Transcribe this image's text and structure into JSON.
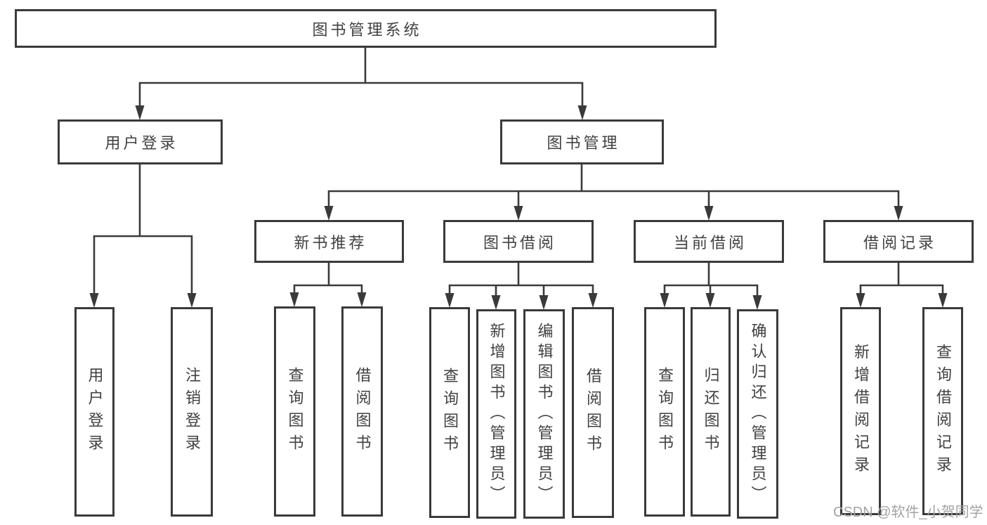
{
  "tree": {
    "label": "图书管理系统",
    "children": [
      {
        "label": "用户登录",
        "children": [
          {
            "label": "用户登录"
          },
          {
            "label": "注销登录"
          }
        ]
      },
      {
        "label": "图书管理",
        "children": [
          {
            "label": "新书推荐",
            "children": [
              {
                "label": "查询图书"
              },
              {
                "label": "借阅图书"
              }
            ]
          },
          {
            "label": "图书借阅",
            "children": [
              {
                "label": "查询图书"
              },
              {
                "label": "新增图书（管理员）"
              },
              {
                "label": "编辑图书（管理员）"
              },
              {
                "label": "借阅图书"
              }
            ]
          },
          {
            "label": "当前借阅",
            "children": [
              {
                "label": "查询图书"
              },
              {
                "label": "归还图书"
              },
              {
                "label": "确认归还（管理员）"
              }
            ]
          },
          {
            "label": "借阅记录",
            "children": [
              {
                "label": "新增借阅记录"
              },
              {
                "label": "查询借阅记录"
              }
            ]
          }
        ]
      }
    ]
  },
  "watermark": {
    "text": "CSDN @软件_小贺同学"
  },
  "colors": {
    "line": "#3a3a3a",
    "box_border": "#3a3a3a",
    "box_bg": "#ffffff",
    "text": "#414141",
    "watermark": "#a3a3a3"
  }
}
